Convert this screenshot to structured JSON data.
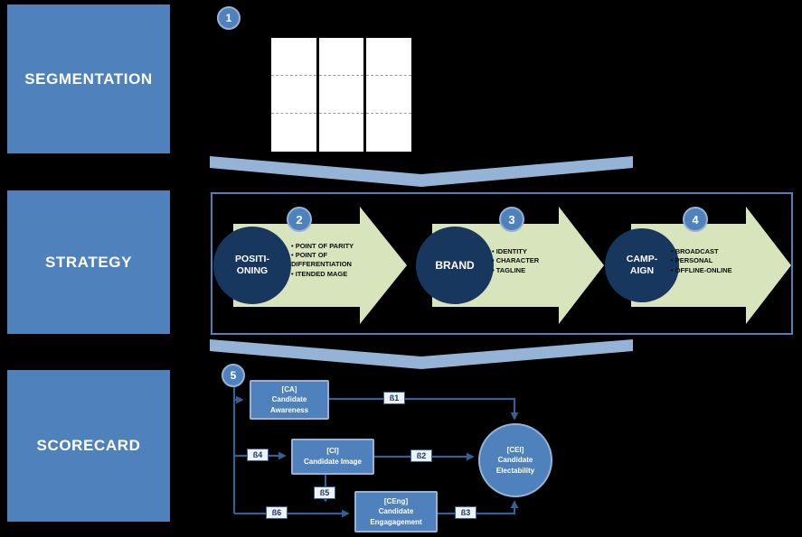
{
  "colors": {
    "background": "#000000",
    "blue": "#4F81BD",
    "lightblue": "#95B3D7",
    "navy": "#17375E",
    "arrowgreen": "#D7E4BC",
    "line": "#376092",
    "betabg": "#EDF2F9"
  },
  "rows": {
    "segmentation": {
      "label": "SEGMENTATION",
      "badge": "1"
    },
    "strategy": {
      "label": "STRATEGY"
    },
    "scorecard": {
      "label": "SCORECARD",
      "badge": "5"
    }
  },
  "strategy": {
    "steps": [
      {
        "badge": "2",
        "circle": "POSITI-\nONING",
        "bullets": [
          "POINT OF PARITY",
          "POINT OF DIFFERENTIATION",
          "ITENDED MAGE"
        ]
      },
      {
        "badge": "3",
        "circle": "BRAND",
        "bullets": [
          "IDENTITY",
          "CHARACTER",
          "TAGLINE"
        ]
      },
      {
        "badge": "4",
        "circle": "CAMP-\nAIGN",
        "bullets": [
          "BROADCAST",
          "PERSONAL",
          "OFFLINE-ONLINE"
        ]
      }
    ]
  },
  "scorecard": {
    "nodes": {
      "awareness": "[CA]\nCandidate\nAwareness",
      "image": "[CI]\nCandidate Image",
      "engagement": "[CEng]\nCandidate\nEngagagement",
      "electability": "[CEI]\nCandidate\nElectability"
    },
    "betas": {
      "b1": "ß1",
      "b2": "ß2",
      "b3": "ß3",
      "b4": "ß4",
      "b5": "ß5",
      "b6": "ß6"
    }
  }
}
